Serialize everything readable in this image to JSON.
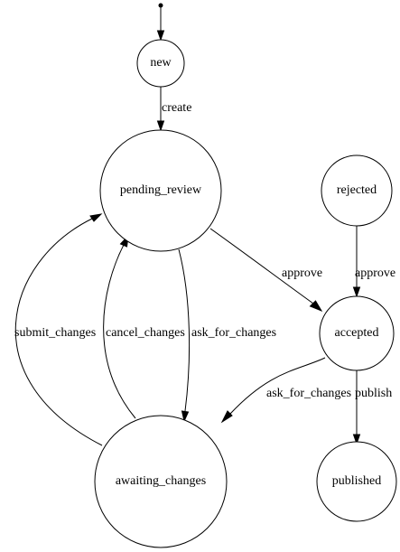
{
  "nodes": {
    "new": "new",
    "pending_review": "pending_review",
    "rejected": "rejected",
    "accepted": "accepted",
    "awaiting_changes": "awaiting_changes",
    "published": "published"
  },
  "edges": {
    "create": "create",
    "approve_from_pending": "approve",
    "approve_from_rejected": "approve",
    "submit_changes": "submit_changes",
    "cancel_changes": "cancel_changes",
    "ask_for_changes_from_pending": "ask_for_changes",
    "ask_for_changes_from_accepted": "ask_for_changes",
    "publish": "publish"
  }
}
